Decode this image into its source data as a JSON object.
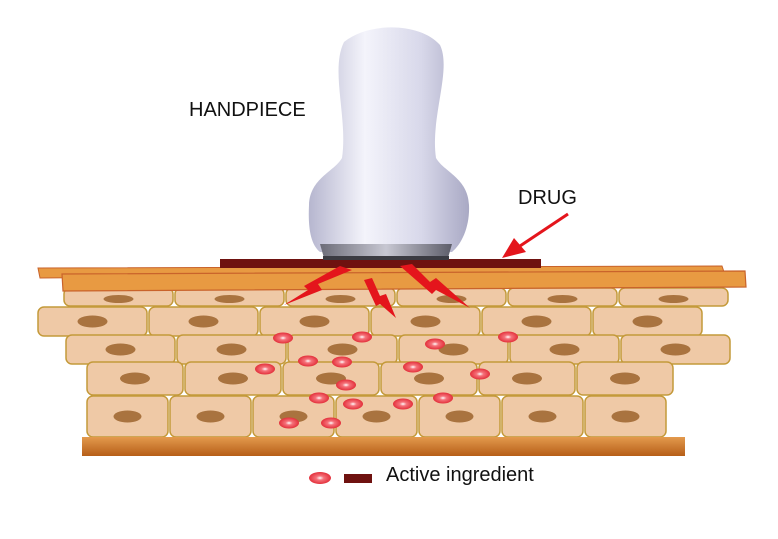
{
  "labels": {
    "handpiece": "HANDPIECE",
    "drug": "DRUG"
  },
  "legend": {
    "text": "Active ingredient"
  },
  "colors": {
    "cell_fill": "#efc9a6",
    "cell_border": "#c49a3a",
    "nucleus": "#a9733f",
    "skin_layer": "#e89a42",
    "skin_layer_border": "#c9632b",
    "drug_pad": "#6f1210",
    "arrow": "#e4151c",
    "particle": "#e3303b",
    "base": "#d27a27",
    "handpiece": "#dcdcee"
  },
  "icons": [
    "handpiece-icon",
    "drug-pad-icon",
    "energy-bolt-icon",
    "particle-icon"
  ]
}
